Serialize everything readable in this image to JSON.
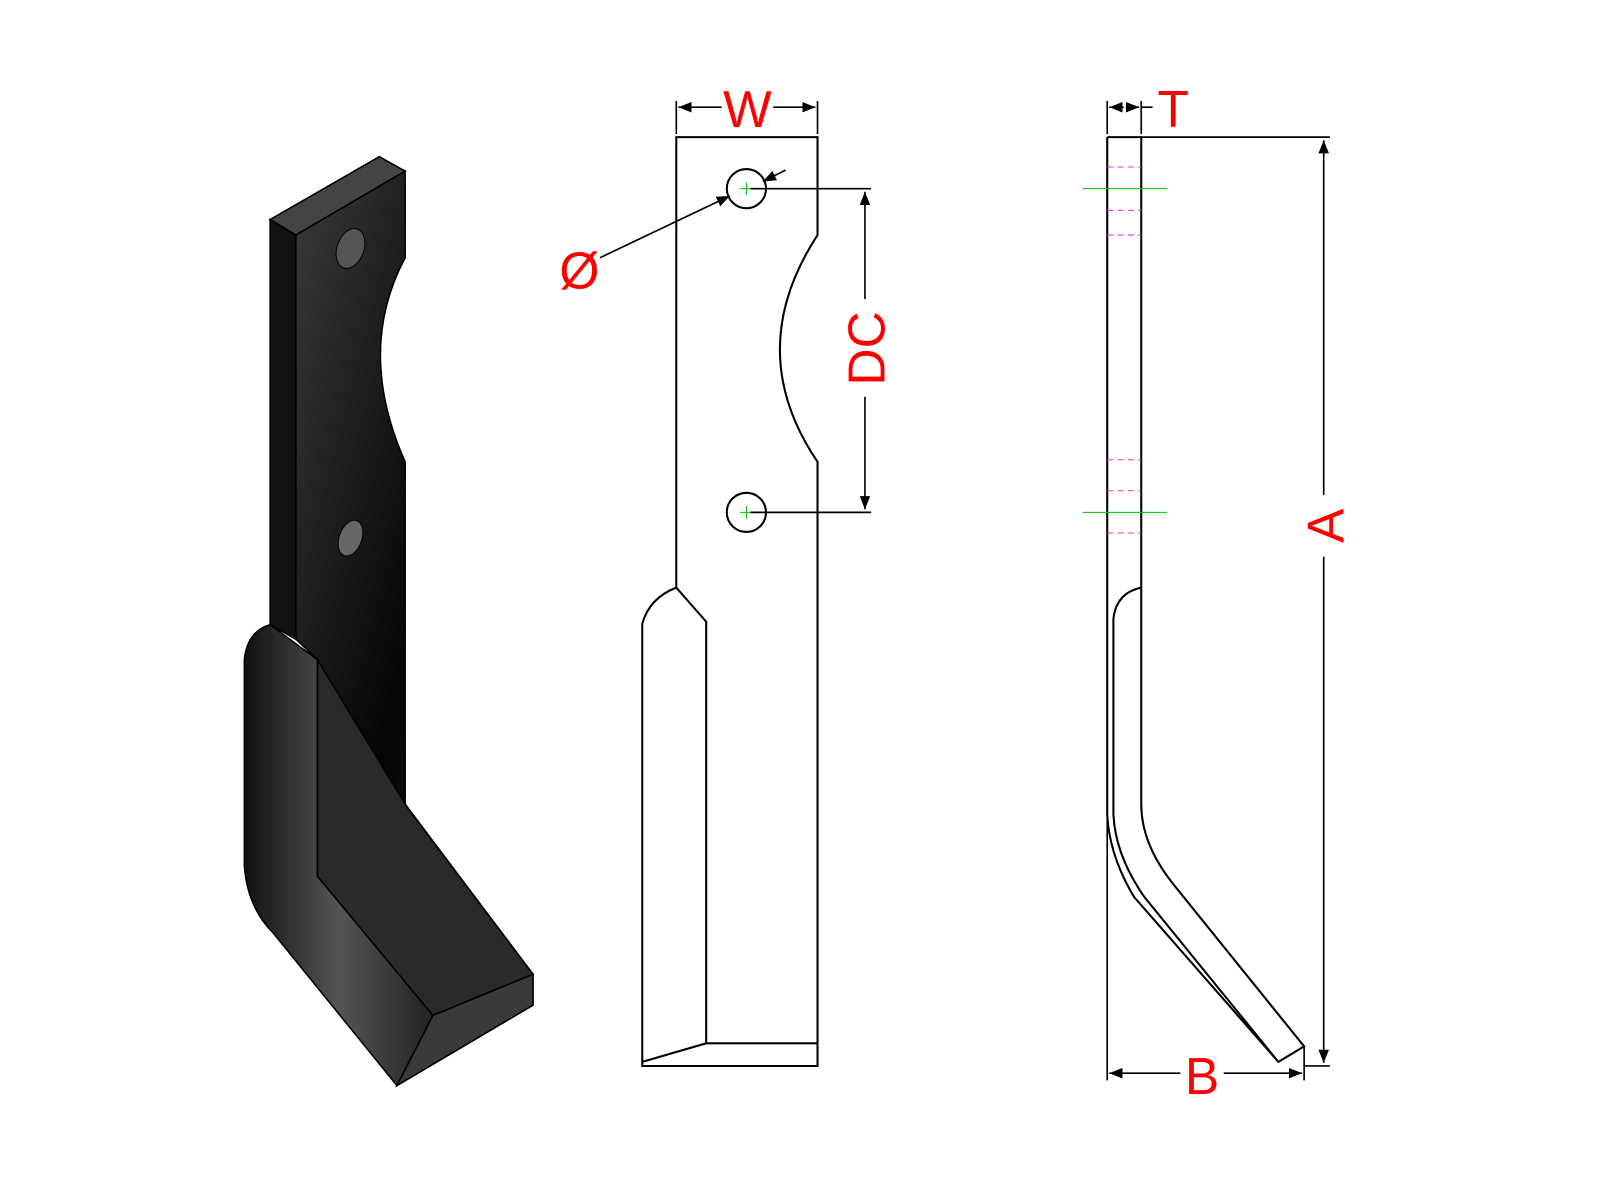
{
  "labels": {
    "width": "W",
    "thickness": "T",
    "diameter": "Ø",
    "hole_distance": "DC",
    "length": "A",
    "bend": "B"
  },
  "colors": {
    "label": "#ff0000",
    "line": "#000000",
    "centerline": "#00c000",
    "hidden": "#d040d0"
  }
}
